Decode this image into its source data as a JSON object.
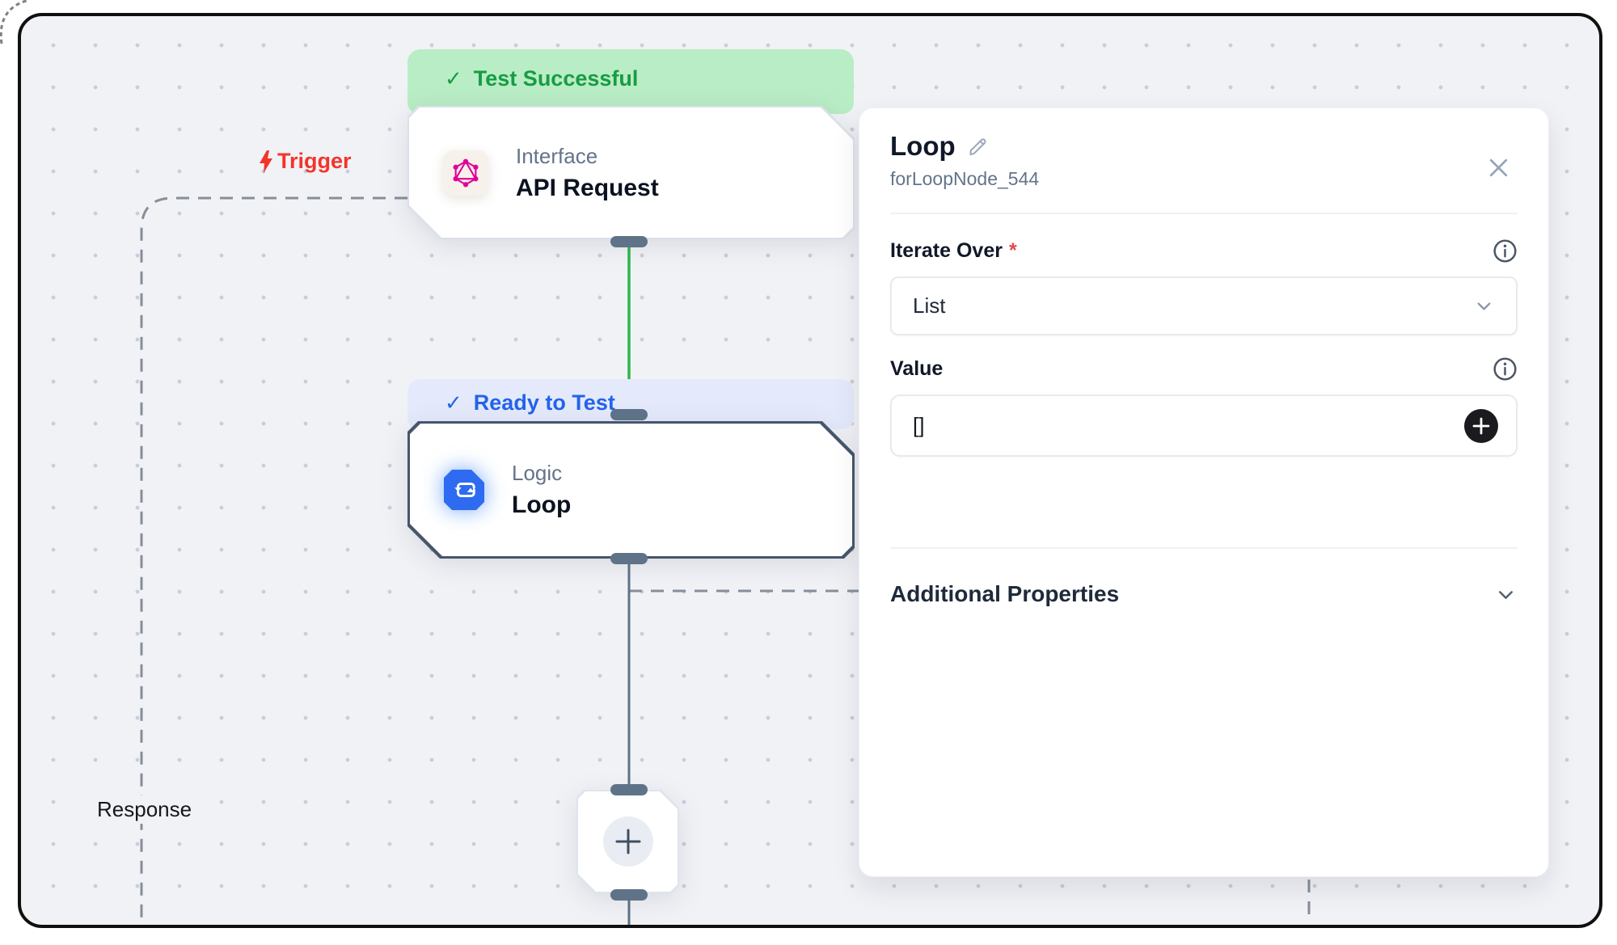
{
  "glyphs": {
    "check": "✓",
    "plus": "+"
  },
  "trigger": {
    "label": "Trigger"
  },
  "response_label": "Response",
  "api_node": {
    "banner": "Test Successful",
    "category": "Interface",
    "title": "API Request"
  },
  "loop_node": {
    "banner": "Ready to Test",
    "category": "Logic",
    "title": "Loop"
  },
  "panel": {
    "title": "Loop",
    "subtitle": "forLoopNode_544",
    "iterate_over": {
      "label": "Iterate Over",
      "required": "*",
      "value": "List"
    },
    "value_field": {
      "label": "Value",
      "value": "[]"
    },
    "additional_properties_label": "Additional Properties"
  },
  "icons": {
    "trigger": "lightning-bolt",
    "api_node": "graphql-logo",
    "loop_node": "repeat-arrows",
    "add_node": "plus-circle",
    "panel_close": "close-x",
    "panel_edit": "pencil",
    "field_info": "info-circle",
    "dropdown": "chevron-down",
    "value_add": "plus"
  },
  "colors": {
    "canvas_bg": "#f1f2f6",
    "success_banner_bg": "#b9edc5",
    "success_text": "#179c44",
    "ready_banner_bg": "#e4eafb",
    "ready_text": "#2563eb",
    "edge_success": "#2bb84b",
    "edge_default": "#5e7388",
    "edge_dashed": "#858e9a",
    "trigger_red": "#f2352b",
    "loop_icon_blue": "#2e6bf0",
    "graphql_pink": "#e10098",
    "add_button_bg": "#1b1b1f"
  }
}
